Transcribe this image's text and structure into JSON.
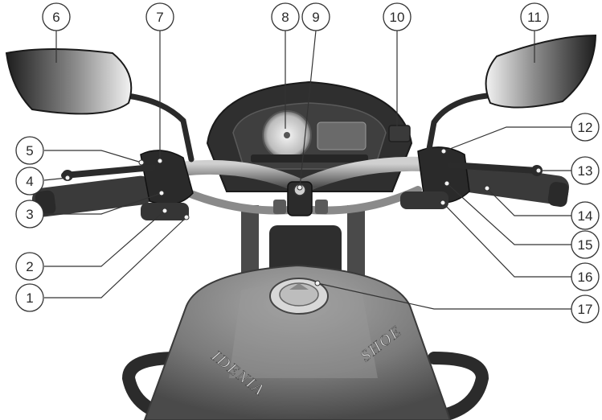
{
  "figure": {
    "callouts": [
      {
        "number": "1",
        "side": "left"
      },
      {
        "number": "2",
        "side": "left"
      },
      {
        "number": "3",
        "side": "left"
      },
      {
        "number": "4",
        "side": "left"
      },
      {
        "number": "5",
        "side": "left"
      },
      {
        "number": "6",
        "side": "top"
      },
      {
        "number": "7",
        "side": "top"
      },
      {
        "number": "8",
        "side": "top"
      },
      {
        "number": "9",
        "side": "top"
      },
      {
        "number": "10",
        "side": "top"
      },
      {
        "number": "11",
        "side": "top"
      },
      {
        "number": "12",
        "side": "right"
      },
      {
        "number": "13",
        "side": "right"
      },
      {
        "number": "14",
        "side": "right"
      },
      {
        "number": "15",
        "side": "right"
      },
      {
        "number": "16",
        "side": "right"
      },
      {
        "number": "17",
        "side": "right"
      }
    ],
    "tank_lettering_left": "IDENIA",
    "tank_lettering_right": "SHOE",
    "colors": {
      "background": "#ffffff",
      "callout_stroke": "#333333",
      "mirror_glass": "#dddddd",
      "body_dark": "#3a3a3a",
      "tank": "#7a7a7a"
    }
  }
}
